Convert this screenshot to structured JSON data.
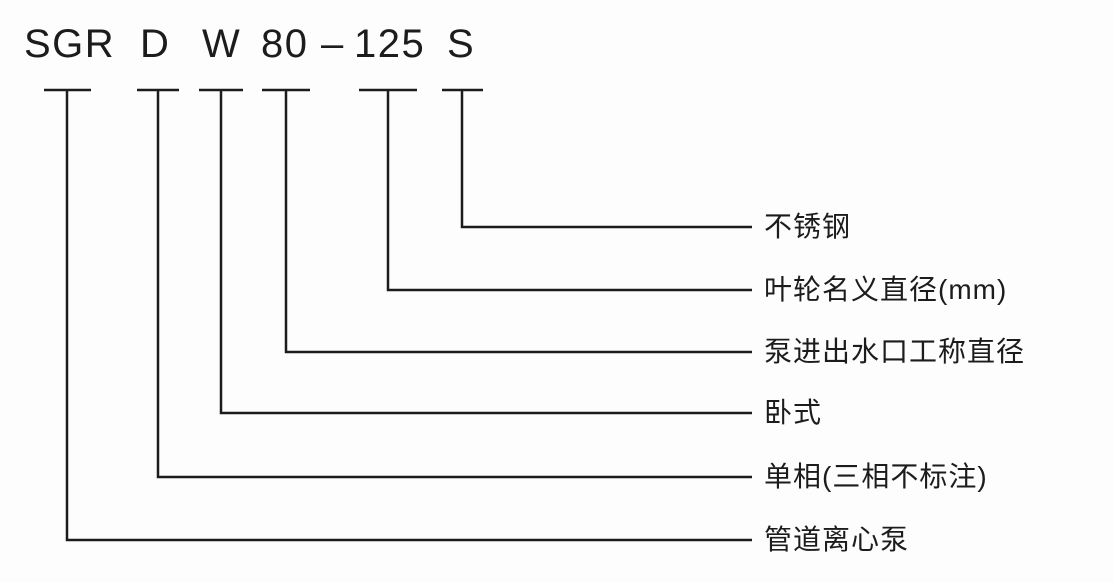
{
  "model_code": {
    "full": "SGR D W 80-125 S",
    "parts": [
      {
        "id": "SGR",
        "text": "SGR"
      },
      {
        "id": "D",
        "text": "D"
      },
      {
        "id": "W",
        "text": "W"
      },
      {
        "id": "80",
        "text": "80"
      },
      {
        "id": "dash",
        "text": "–"
      },
      {
        "id": "125",
        "text": "125"
      },
      {
        "id": "S",
        "text": "S"
      }
    ]
  },
  "legend": [
    {
      "code": "S",
      "label": "不锈钢"
    },
    {
      "code": "125",
      "label": "叶轮名义直径(mm)"
    },
    {
      "code": "80",
      "label": "泵进出水口工称直径"
    },
    {
      "code": "W",
      "label": "卧式"
    },
    {
      "code": "D",
      "label": "单相(三相不标注)"
    },
    {
      "code": "SGR",
      "label": "管道离心泵"
    }
  ],
  "colors": {
    "line": "#1c1c1c",
    "text": "#1c1c1c",
    "background": "#fdfdfd"
  }
}
